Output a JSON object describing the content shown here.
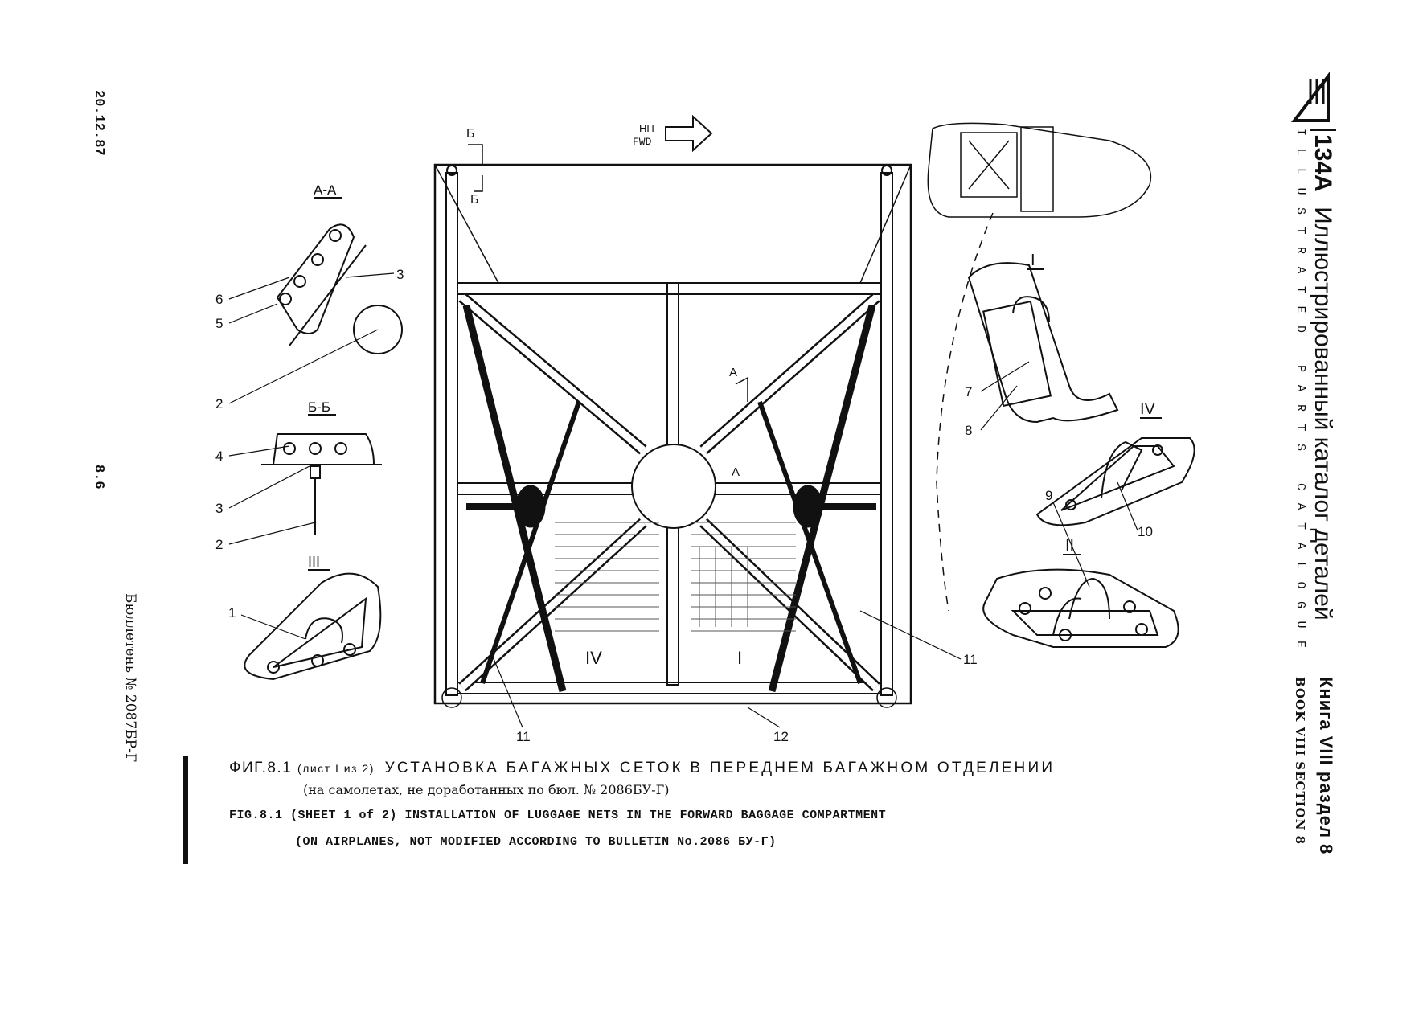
{
  "margin_left": {
    "date": "20.12.87",
    "page_number": "8.6",
    "bulletin": "Бюллетень № 2087БР-Г"
  },
  "header": {
    "aircraft": "134А",
    "title_ru": "Иллюстрированный каталог деталей",
    "title_en": "ILLUSTRATED PARTS CATALOGUE",
    "book_ru": "Книга VIII раздел 8",
    "book_en": "BOOK VIII SECTION 8"
  },
  "diagram": {
    "fwd_label_ru": "НП",
    "fwd_label_en": "FWD",
    "section_marks": {
      "b_top": "Б",
      "b_bottom": "Б",
      "a_top": "А",
      "a_bottom": "А"
    },
    "detail_views": {
      "view_aa": "А-А",
      "view_bb": "Б-Б",
      "view_i": "I",
      "view_ii": "II",
      "view_iii": "III",
      "view_iv": "IV"
    },
    "frame_labels": {
      "iv": "IV",
      "i": "I"
    },
    "callouts": {
      "c1": "1",
      "c2a": "2",
      "c2b": "2",
      "c3a": "3",
      "c3b": "3",
      "c4": "4",
      "c5": "5",
      "c6": "6",
      "c7": "7",
      "c8": "8",
      "c9": "9",
      "c10": "10",
      "c11a": "11",
      "c11b": "11",
      "c12": "12"
    }
  },
  "caption": {
    "ru_line1_prefix": "ФИГ.8.1",
    "ru_line1_sheet": "(лист I из 2)",
    "ru_line1_title": "УСТАНОВКА БАГАЖНЫХ СЕТОК В ПЕРЕДНЕМ БАГАЖНОМ ОТДЕЛЕНИИ",
    "ru_line2": "(на самолетах, не доработанных по бюл. № 2086БУ-Г)",
    "en_line1": "FIG.8.1 (SHEET 1 of 2) INSTALLATION OF LUGGAGE NETS IN THE FORWARD BAGGAGE COMPARTMENT",
    "en_line2": "(ON AIRPLANES, NOT MODIFIED ACCORDING TO BULLETIN No.2086 БУ-Г)"
  }
}
